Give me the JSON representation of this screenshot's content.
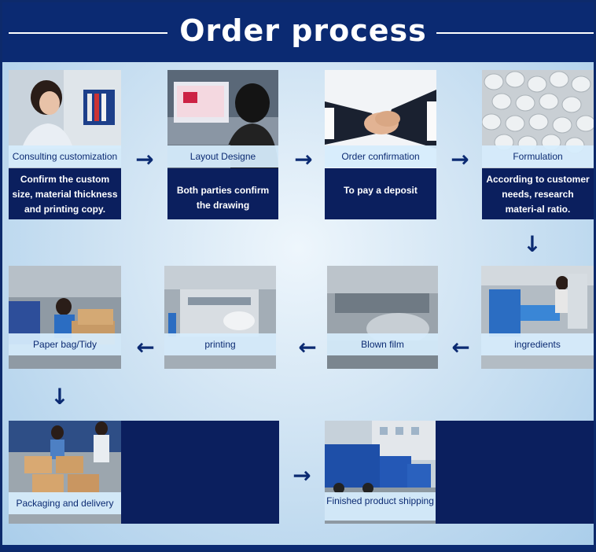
{
  "header": {
    "title": "Order process"
  },
  "steps": [
    {
      "label": "Consulting customization",
      "desc": "Confirm the custom size, material thickness and printing copy."
    },
    {
      "label": "Layout Designe",
      "desc": "Both parties confirm the drawing"
    },
    {
      "label": "Order confirmation",
      "desc": "To pay a deposit"
    },
    {
      "label": "Formulation",
      "desc": "According to customer needs, research materi-al ratio."
    },
    {
      "label": "ingredients"
    },
    {
      "label": "Blown film"
    },
    {
      "label": "printing"
    },
    {
      "label": "Paper bag/Tidy"
    },
    {
      "label": "Packaging and delivery"
    },
    {
      "label": "Finished product shipping"
    }
  ],
  "icons": {
    "right": "arrow-right-icon",
    "left": "arrow-left-icon",
    "down": "arrow-down-icon"
  },
  "colors": {
    "navy": "#0b2a72",
    "card": "#0b1f5e",
    "label_bg": "#d6ecfc"
  }
}
